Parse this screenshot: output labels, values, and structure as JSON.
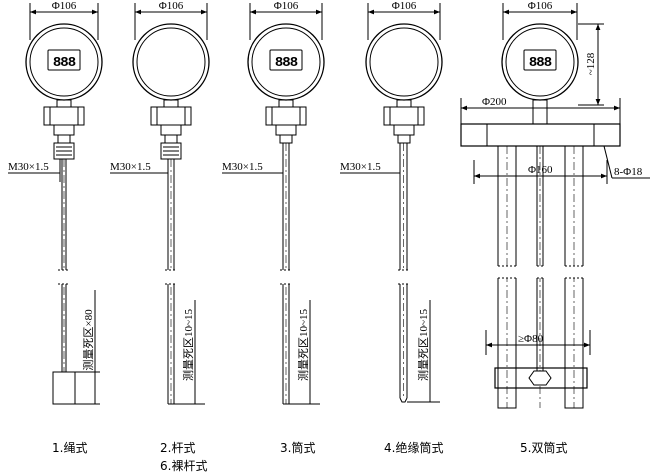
{
  "dims": {
    "phi106": "Φ106",
    "thread": "M30×1.5",
    "phi200": "Φ200",
    "phi160": "Φ160",
    "holes": "8-Φ18",
    "h128": "~128",
    "phi80": "≥Φ80"
  },
  "dead_zone": {
    "rope": "测量死区×80",
    "rod": "测量死区10~15"
  },
  "types": {
    "t1": "1.绳式",
    "t2a": "2.杆式",
    "t2b": "6.裸杆式",
    "t3": "3.筒式",
    "t4": "4.绝缘筒式",
    "t5": "5.双筒式"
  },
  "display": {
    "digits": "888"
  }
}
